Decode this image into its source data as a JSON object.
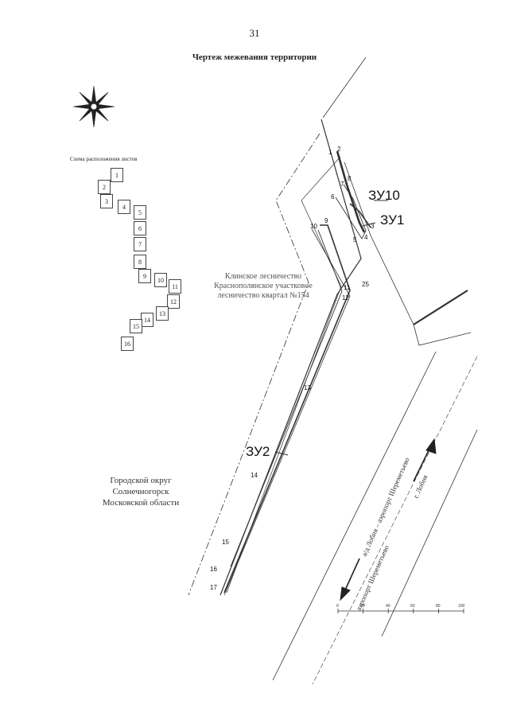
{
  "page_number": "31",
  "title": "Чертеж межевания территории",
  "scheme_title": "Схема расположения листов",
  "sheets": [
    "1",
    "2",
    "3",
    "4",
    "5",
    "6",
    "7",
    "8",
    "9",
    "10",
    "11",
    "12",
    "13",
    "14",
    "15",
    "16"
  ],
  "forest_label": [
    "Клинское лесничество",
    "Краснополянское участковое",
    "лесничество квартал №154"
  ],
  "district_label": [
    "Городской округ",
    "Солнечногорск",
    "Московской области"
  ],
  "plots": [
    "ЗУ10",
    "ЗУ1",
    "ЗУ2"
  ],
  "points": [
    "1",
    "2",
    "3",
    "4",
    "5",
    "6",
    "7",
    "8",
    "9",
    "10",
    "11",
    "12",
    "13",
    "14",
    "15",
    "16",
    "17",
    "25"
  ],
  "road_labels": [
    "а/д Лобня – аэропорт Шереметьево",
    "аэропорт Шереметьево",
    "г. Лобня"
  ],
  "scale_ticks": [
    "0",
    "20",
    "40",
    "60",
    "80",
    "100"
  ]
}
